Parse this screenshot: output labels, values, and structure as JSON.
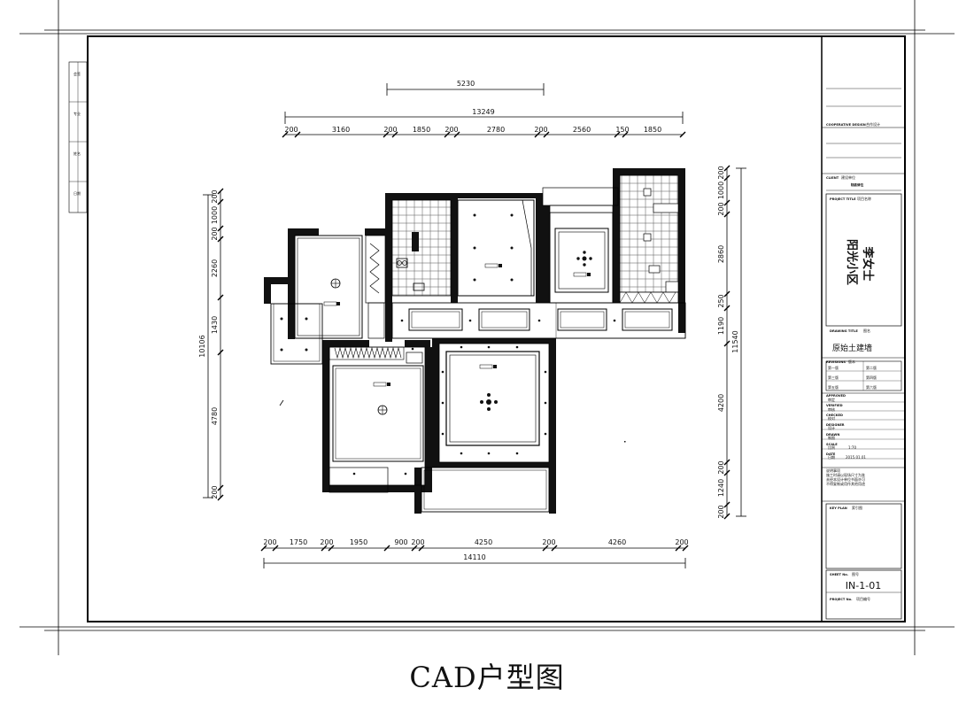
{
  "caption": "CAD户型图",
  "dims": {
    "top_overall": "5230",
    "top_total": "13249",
    "top_segments": [
      "200",
      "3160",
      "200",
      "1850",
      "200",
      "2780",
      "200",
      "2560",
      "150",
      "1850"
    ],
    "bottom_segments": [
      "200",
      "1750",
      "200",
      "1950",
      "900",
      "200",
      "4250",
      "200",
      "4260",
      "200"
    ],
    "bottom_total": "14110",
    "left_total": "10106",
    "left_segments": [
      "200",
      "1000",
      "200",
      "2260",
      "1430",
      "4780",
      "200"
    ],
    "right_total": "11540",
    "right_segments": [
      "200",
      "1000",
      "200",
      "2860",
      "250",
      "1190",
      "4200",
      "200",
      "1240",
      "200"
    ]
  },
  "title_block": {
    "cooperative_design": "COOPERATIVE DESIGN",
    "cooperative_design_cn": "合作设计",
    "client": "CLIENT",
    "client_cn": "建设单位",
    "client_value": "陆装修位",
    "project_title": "PROJECT TITLE",
    "project_title_cn": "项目名称",
    "project_name_line1": "阳光小区",
    "project_name_line2": "李女士",
    "drawing_title": "DRAWING TITLE",
    "drawing_title_cn": "图名",
    "drawing_name": "原始土建墙",
    "revisions": "REVISIONS",
    "revisions_cn": "版本",
    "rev_1": "第一版",
    "rev_2": "第二版",
    "rev_3": "第三版",
    "rev_4": "第四版",
    "rev_5": "第五版",
    "rev_6": "第六版",
    "approved": "APPROVED",
    "approved_cn": "审定",
    "verified": "VERIFIED",
    "verified_cn": "审核",
    "checked": "CHECKED",
    "checked_cn": "校对",
    "designer": "DESIGNER",
    "designer_cn": "设计",
    "drawn": "DRAWN",
    "drawn_cn": "制图",
    "scale": "SCALE",
    "scale_cn": "比例",
    "scale_value": "1:70",
    "date": "DATE",
    "date_cn": "日期",
    "date_value": "2015.01.01",
    "notes": [
      "说明事项",
      "施工时请以现场尺寸为准",
      "未经本设计单位书面许可",
      "不得复制或用作其他用途"
    ],
    "key_plan": "KEY PLAN",
    "key_plan_cn": "索引图",
    "sheet_no": "SHEET No.",
    "sheet_no_cn": "图号",
    "sheet_value": "IN-1-01",
    "project_no": "PROJECT No.",
    "project_no_cn": "项目编号"
  },
  "left_strip": [
    "会签",
    "专业",
    "姓名",
    "日期"
  ]
}
